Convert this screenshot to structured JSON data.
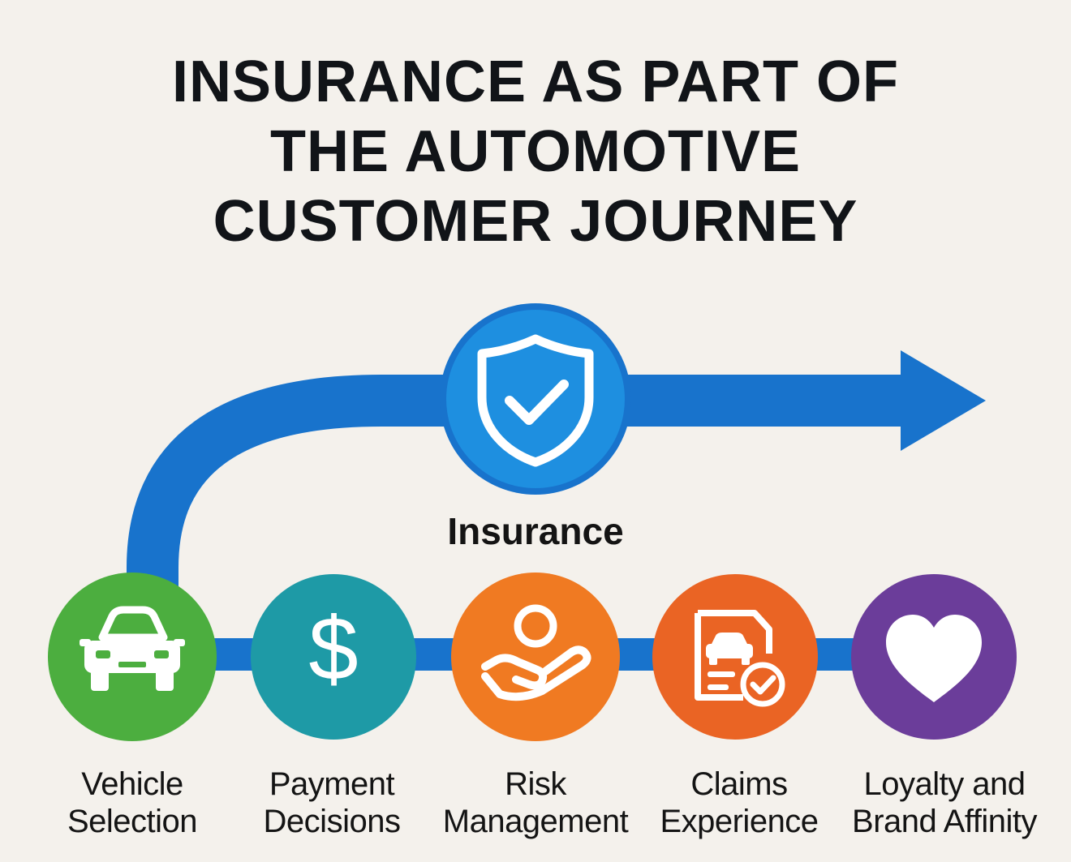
{
  "title": {
    "line1": "INSURANCE AS PART OF",
    "line2": "THE AUTOMOTIVE",
    "line3": "CUSTOMER JOURNEY"
  },
  "hub": {
    "label": "Insurance",
    "icon": "shield-check-icon",
    "color": "#1e8fe0"
  },
  "colors": {
    "background": "#f4f1ec",
    "flow": "#1873cc",
    "vehicle": "#4cae3f",
    "payment": "#1e9aa6",
    "risk": "#f07a22",
    "claims": "#ea6424",
    "loyalty": "#6b3d9a"
  },
  "steps": [
    {
      "line1": "Vehicle",
      "line2": "Selection",
      "icon": "car-icon"
    },
    {
      "line1": "Payment",
      "line2": "Decisions",
      "icon": "dollar-icon"
    },
    {
      "line1": "Risk",
      "line2": "Management",
      "icon": "hand-person-icon"
    },
    {
      "line1": "Claims",
      "line2": "Experience",
      "icon": "claim-document-icon"
    },
    {
      "line1": "Loyalty and",
      "line2": "Brand Affinity",
      "icon": "heart-icon"
    }
  ]
}
